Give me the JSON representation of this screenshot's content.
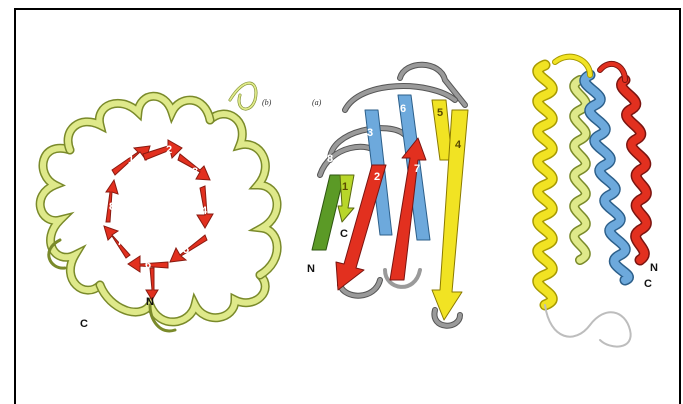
{
  "colors": {
    "strand_red": "#e2301f",
    "strand_blue": "#6da9dc",
    "strand_yellow": "#f1e323",
    "strand_green": "#5b9a26",
    "coil_yellow_green": "#dfe98a",
    "coil_outline": "#7a8a2a",
    "loop_gray": "#8f8f8f"
  },
  "panel_left": {
    "tag": "(b)",
    "strand_numbers": [
      "1",
      "2",
      "3",
      "4",
      "5",
      "6",
      "7",
      "8"
    ],
    "n_label": "N",
    "c_label": "C"
  },
  "panel_middle": {
    "tag": "(a)",
    "strand_numbers": [
      "1",
      "2",
      "3",
      "4",
      "5",
      "6",
      "7",
      "8"
    ],
    "n_label": "N",
    "c_label": "C"
  },
  "panel_right": {
    "n_label": "N",
    "c_label": "C"
  }
}
